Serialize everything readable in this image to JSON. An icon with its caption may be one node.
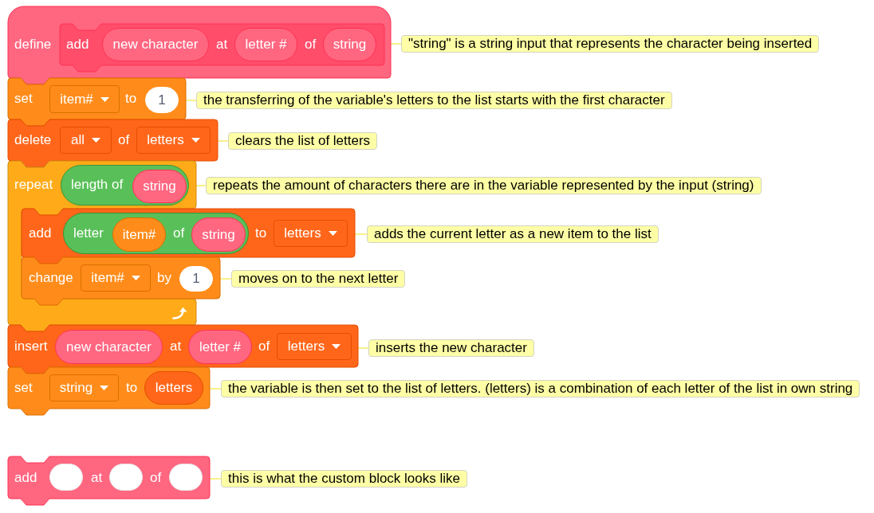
{
  "diagram": {
    "nodes": [
      {
        "text": [
          "define"
        ]
      },
      {
        "text": [
          "add",
          "at",
          "of"
        ],
        "in": 0
      },
      {
        "text": [
          "new character"
        ],
        "in": 1
      },
      {
        "text": [
          "letter #"
        ],
        "in": 1
      },
      {
        "text": [
          "string"
        ],
        "in": 1
      },
      {
        "text": [
          "\"string\" is a string input that represents the character being inserted"
        ]
      },
      {
        "text": [
          "set",
          "to"
        ]
      },
      {
        "text": [
          "item#"
        ],
        "in": 6
      },
      {
        "text": [
          "1"
        ],
        "in": 6
      },
      {
        "text": [
          "the transferring of the variable's letters to the list starts with the first character"
        ]
      },
      {
        "text": [
          "delete",
          "of"
        ]
      },
      {
        "text": [
          "all"
        ],
        "in": 10
      },
      {
        "text": [
          "letters"
        ],
        "in": 10
      },
      {
        "text": [
          "clears the list of letters"
        ]
      },
      {
        "text": [
          "repeat"
        ]
      },
      {
        "text": [
          "length of"
        ],
        "in": 14
      },
      {
        "text": [
          "string"
        ],
        "in": 15
      },
      {
        "text": [
          "repeats the amount of characters there are in the variable represented by the input (string)"
        ]
      },
      {
        "text": [
          "add",
          "to"
        ]
      },
      {
        "text": [
          "letter",
          "of"
        ],
        "in": 18
      },
      {
        "text": [
          "item#"
        ],
        "in": 19
      },
      {
        "text": [
          "string"
        ],
        "in": 19
      },
      {
        "text": [
          "letters"
        ],
        "in": 18
      },
      {
        "text": [
          "adds the current letter as a new item to the list"
        ]
      },
      {
        "text": [
          "change",
          "by"
        ]
      },
      {
        "text": [
          "item#"
        ],
        "in": 24
      },
      {
        "text": [
          "1"
        ],
        "in": 24
      },
      {
        "text": [
          "moves on to the next letter"
        ]
      },
      {
        "text": [
          "insert",
          "at",
          "of"
        ]
      },
      {
        "text": [
          "new character"
        ],
        "in": 28
      },
      {
        "text": [
          "letter #"
        ],
        "in": 28
      },
      {
        "text": [
          "letters"
        ],
        "in": 28
      },
      {
        "text": [
          "inserts the new character"
        ]
      },
      {
        "text": [
          "set",
          "to"
        ]
      },
      {
        "text": [
          "string"
        ],
        "in": 33
      },
      {
        "text": [
          "letters"
        ],
        "in": 33
      },
      {
        "text": [
          "the variable is then set to the list of letters. (letters) is a combination of each letter of the list in own string"
        ]
      },
      {
        "text": [
          "add",
          "at",
          "of"
        ]
      },
      {
        "text": [],
        "shape": "oval",
        "in": 37
      },
      {
        "text": [],
        "shape": "oval",
        "in": 37
      },
      {
        "text": [],
        "shape": "oval",
        "in": 37
      },
      {
        "text": [
          "this is what the custom block looks like"
        ]
      }
    ],
    "edges": [
      {
        "from": 0,
        "to": 5,
        "arrow": "none"
      },
      {
        "from": 6,
        "to": 9,
        "arrow": "none"
      },
      {
        "from": 10,
        "to": 13,
        "arrow": "none"
      },
      {
        "from": 14,
        "to": 17,
        "arrow": "none"
      },
      {
        "from": 18,
        "to": 23,
        "arrow": "none"
      },
      {
        "from": 24,
        "to": 27,
        "arrow": "none"
      },
      {
        "from": 28,
        "to": 32,
        "arrow": "none"
      },
      {
        "from": 33,
        "to": 36,
        "arrow": "none"
      },
      {
        "from": 37,
        "to": 41,
        "arrow": "none"
      }
    ]
  }
}
